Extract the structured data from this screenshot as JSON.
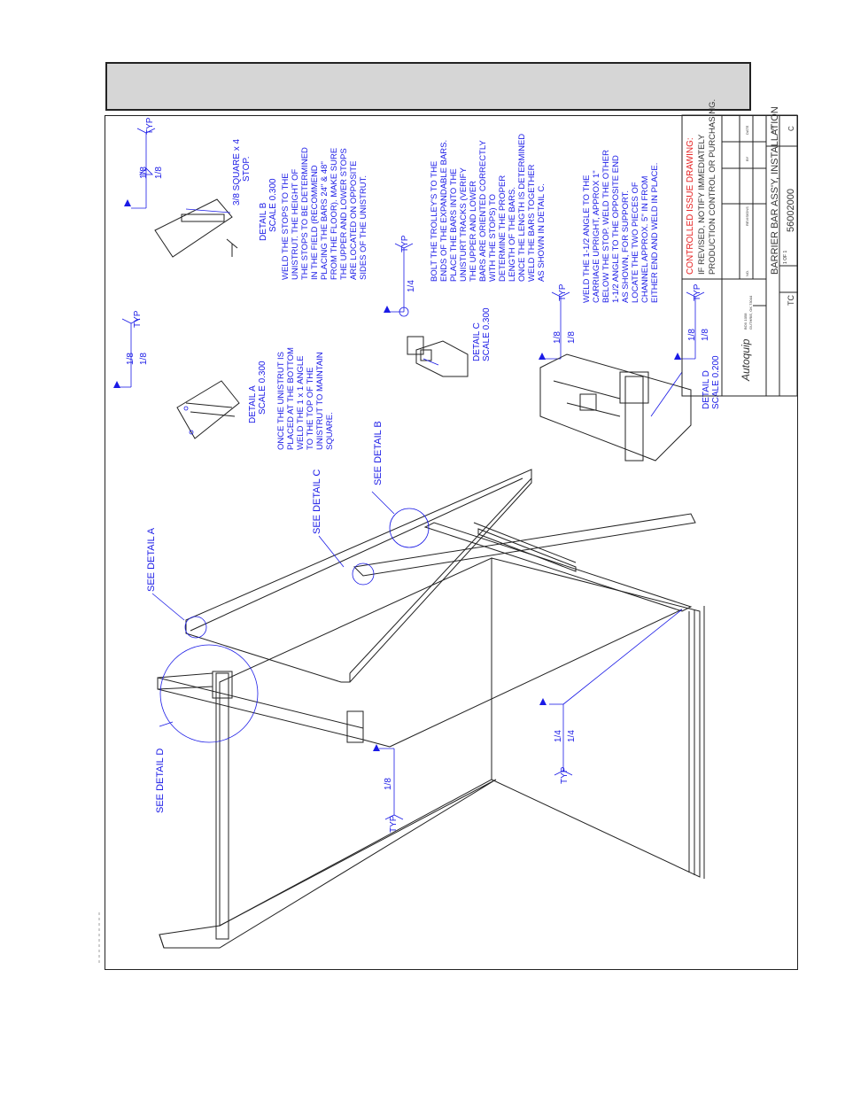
{
  "header": {
    "title": ""
  },
  "callouts": {
    "see_a": "SEE DETAIL  A",
    "see_b": "SEE DETAIL  B",
    "see_c": "SEE DETAIL  C",
    "see_d": "SEE DETAIL  D"
  },
  "details": {
    "a": {
      "title": "DETAIL  A",
      "scale": "SCALE  0.300",
      "lines": [
        "ONCE THE UNISTRUT IS",
        "PLACED AT THE BOTTOM",
        "WELD THE 1 x 1 ANGLE",
        "TO THE TOP OF THE",
        "UNISTRUT TO MAINTAIN",
        "SQUARE."
      ]
    },
    "b": {
      "title": "DETAIL  B",
      "scale": "SCALE  0.300",
      "stop_label": "3/8 SQUARE x 4",
      "stop_label2": "STOP.",
      "lines": [
        "WELD THE STOPS TO THE",
        "UNISTRUT.  THE HEIGHT OF",
        "THE STOPS TO BE DETERMINED",
        "IN THE FIELD (RECOMMEND",
        "PLACING THE BARS 24\" & 48\"",
        "FROM THE FLOOR). MAKE SURE",
        "THE UPPER AND LOWER STOPS",
        "ARE LOCATED ON OPPOSITE",
        "SIDES OF THE UNISTRUT."
      ]
    },
    "c": {
      "title": "DETAIL  C",
      "scale": "SCALE  0.300",
      "lines": [
        "BOLT THE TROLLEY'S TO THE",
        "ENDS OF THE EXPANDABLE BARS.",
        "PLACE THE BARS INTO THE",
        "UNISTURT TRACKS (VERIFY",
        "THE UPPER AND LOWER",
        "BARS ARE ORIENTED CORRECTLY",
        "WITH THE STOPS) TO",
        "DETERMINE THE PROPER",
        "LENGTH OF THE BARS.",
        "ONCE THE LENGTH IS DETERMINED",
        "WELD THE BARS TOGETHER",
        "AS SHOWN IN DETAIL C."
      ]
    },
    "d": {
      "title": "DETAIL  D",
      "scale": "SCALE  0.200",
      "lines": [
        "WELD THE 1-1/2 ANGLE TO THE",
        "CARRIAGE UPRIGHT, APPROX 1\"",
        "BELOW THE STOP.  WELD THE OTHER",
        "1-1/2 ANGLE TO THE OPPOSITE END",
        "AS SHOWN, FOR SUPPORT.",
        "LOCATE THE TWO PIECES OF",
        "CHANNEL APPROX. 5\" IN FROM",
        "EITHER END AND WELD IN PLACE."
      ]
    }
  },
  "welds": {
    "typ": "TYP",
    "eighth": "1/8",
    "quarter": "1/4"
  },
  "title_block": {
    "controlled": "CONTROLLED ISSUE DRAWING:",
    "notice1": "IF REVISED, NOTIFY IMMEDIATELY",
    "notice2": "PRODUCTION CONTROL OR PURCHASING.",
    "drawing_title": "BARRIER BAR ASS'Y, INSTALLATION",
    "part_number": "56002000",
    "drawn_by": "TC",
    "sheet": "1 OF 1",
    "company": "Autoquip",
    "company_address": "BOX 1058",
    "company_city": "GUTHRIE, OK 73044",
    "revisions_label": "REVISIONS",
    "by_label": "BY",
    "date_label": "DATE",
    "no_label": "NO.",
    "rev_label": "REV",
    "rev_value": "C"
  }
}
